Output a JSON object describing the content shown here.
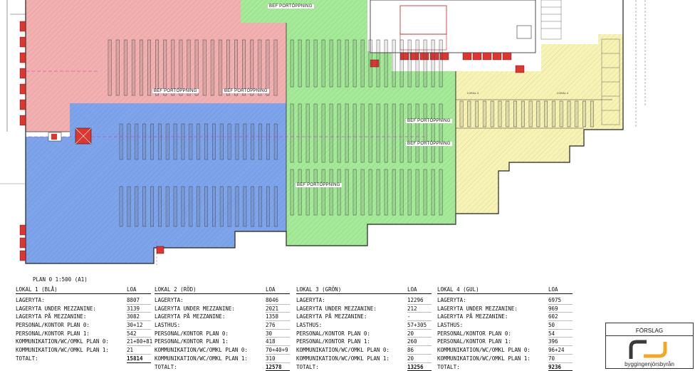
{
  "drawing": {
    "plan_title": "PLAN 0 1:500 (A1)",
    "opening_label": "BEF PORTÖPPNING",
    "zone_labels": {
      "lokal_4": "LOKAL 4"
    },
    "colors": {
      "zone_red": "#f2b0b0",
      "zone_blue": "#7ea4ec",
      "zone_green": "#a4ea98",
      "zone_yellow": "#f7f3b4",
      "rack": "#4a4a4a",
      "wall": "#222222",
      "accent_magenta": "#d02cc8",
      "accent_red": "#e0342f",
      "logo_orange": "#f5a623",
      "logo_dark": "#3a3a3a"
    }
  },
  "schedule": [
    {
      "title": "LOKAL 1 (BLÅ)",
      "unit": "LOA",
      "rows": [
        {
          "label": "LAGERYTA:",
          "value": "8807"
        },
        {
          "label": "LAGERYTA UNDER MEZZANINE:",
          "value": "3139"
        },
        {
          "label": "LAGERYTA PÅ MEZZANINE:",
          "value": "3082"
        },
        {
          "label": "PERSONAL/KONTOR PLAN 0:",
          "value": "30+12"
        },
        {
          "label": "PERSONAL/KONTOR PLAN 1:",
          "value": "542"
        },
        {
          "label": "KOMMUNIKATION/WC/OMKL PLAN 0:",
          "value": "21+80+81"
        },
        {
          "label": "KOMMUNIKATION/WC/OMKL PLAN 1:",
          "value": "21"
        },
        {
          "label": "TOTALT:",
          "value": "15814",
          "total": true
        }
      ]
    },
    {
      "title": "LOKAL 2 (RÖD)",
      "unit": "LOA",
      "rows": [
        {
          "label": "LAGERYTA:",
          "value": "8046"
        },
        {
          "label": "LAGERYTA UNDER MEZZANINE:",
          "value": "2021"
        },
        {
          "label": "LAGERYTA PÅ MEZZANINE:",
          "value": "1358"
        },
        {
          "label": "LASTHUS:",
          "value": "276"
        },
        {
          "label": "PERSONAL/KONTOR PLAN 0:",
          "value": "30"
        },
        {
          "label": "PERSONAL/KONTOR PLAN 1:",
          "value": "418"
        },
        {
          "label": "KOMMUNIKATION/WC/OMKL PLAN 0:",
          "value": "70+40+9"
        },
        {
          "label": "KOMMUNIKATION/WC/OMKL PLAN 1:",
          "value": "310"
        },
        {
          "label": "TOTALT:",
          "value": "12578",
          "total": true
        }
      ]
    },
    {
      "title": "LOKAL 3 (GRÖN)",
      "unit": "LOA",
      "rows": [
        {
          "label": "LAGERYTA:",
          "value": "12296"
        },
        {
          "label": "LAGERYTA UNDER MEZZANINE:",
          "value": "212"
        },
        {
          "label": "LAGERYTA PÅ MEZZANINE:",
          "value": "-"
        },
        {
          "label": "LASTHUS:",
          "value": "57+305"
        },
        {
          "label": "PERSONAL/KONTOR PLAN 0:",
          "value": "20"
        },
        {
          "label": "PERSONAL/KONTOR PLAN 1:",
          "value": "260"
        },
        {
          "label": "KOMMUNIKATION/WC/OMKL PLAN 0:",
          "value": "86"
        },
        {
          "label": "KOMMUNIKATION/WC/OMKL PLAN 1:",
          "value": "20"
        },
        {
          "label": "TOTALT:",
          "value": "13256",
          "total": true
        }
      ]
    },
    {
      "title": "LOKAL 4 (GUL)",
      "unit": "LOA",
      "rows": [
        {
          "label": "LAGERYTA:",
          "value": "6975"
        },
        {
          "label": "LAGERYTA UNDER MEZZANINE:",
          "value": "969"
        },
        {
          "label": "LAGERYTA PÅ MEZZANINE:",
          "value": "602"
        },
        {
          "label": "LASTHUS:",
          "value": "50"
        },
        {
          "label": "PERSONAL/KONTOR PLAN 0:",
          "value": "54"
        },
        {
          "label": "PERSONAL/KONTOR PLAN 1:",
          "value": "396"
        },
        {
          "label": "KOMMUNIKATION/WC/OMKL PLAN 0:",
          "value": "96+24"
        },
        {
          "label": "KOMMUNIKATION/WC/OMKL PLAN 1:",
          "value": "70"
        },
        {
          "label": "TOTALT:",
          "value": "9236",
          "total": true
        }
      ]
    }
  ],
  "titleblock": {
    "status": "FÖRSLAG",
    "company": "byggingenjörsbyrån"
  }
}
